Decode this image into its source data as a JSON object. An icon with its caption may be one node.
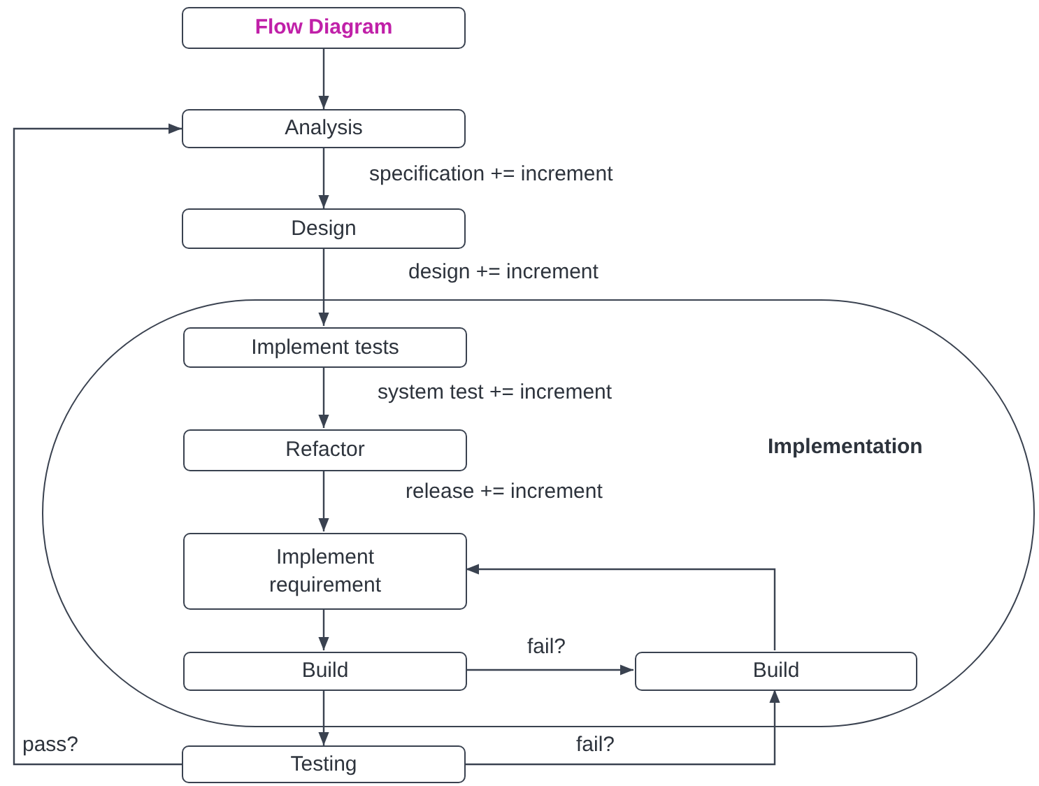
{
  "diagram": {
    "nodes": [
      {
        "text": [
          "Flow Diagram"
        ]
      },
      {
        "text": [
          "Analysis"
        ]
      },
      {
        "text": [
          "Design"
        ]
      },
      {
        "text": [
          "Implementation"
        ]
      },
      {
        "text": [
          "Implement tests"
        ],
        "in": 3
      },
      {
        "text": [
          "Refactor"
        ],
        "in": 3
      },
      {
        "text": [
          "Implement requirement"
        ],
        "in": 3
      },
      {
        "text": [
          "Build"
        ],
        "in": 3
      },
      {
        "text": [
          "Build"
        ],
        "in": 3
      },
      {
        "text": [
          "Testing"
        ]
      }
    ],
    "edges": [
      {
        "from": 0,
        "to": 1,
        "arrow": "to"
      },
      {
        "from": 1,
        "to": 2,
        "arrow": "to",
        "label": "specification += increment"
      },
      {
        "from": 2,
        "to": 4,
        "arrow": "to",
        "label": "design += increment"
      },
      {
        "from": 4,
        "to": 5,
        "arrow": "to",
        "label": "system test += increment"
      },
      {
        "from": 5,
        "to": 6,
        "arrow": "to",
        "label": "release += increment"
      },
      {
        "from": 6,
        "to": 7,
        "arrow": "to"
      },
      {
        "from": 7,
        "to": 8,
        "arrow": "to",
        "label": "fail?"
      },
      {
        "from": 8,
        "to": 6,
        "arrow": "to"
      },
      {
        "from": 7,
        "to": 9,
        "arrow": "to"
      },
      {
        "from": 9,
        "to": 8,
        "arrow": "to",
        "label": "fail?"
      },
      {
        "from": 9,
        "to": 1,
        "arrow": "to",
        "label": "pass?"
      }
    ]
  }
}
